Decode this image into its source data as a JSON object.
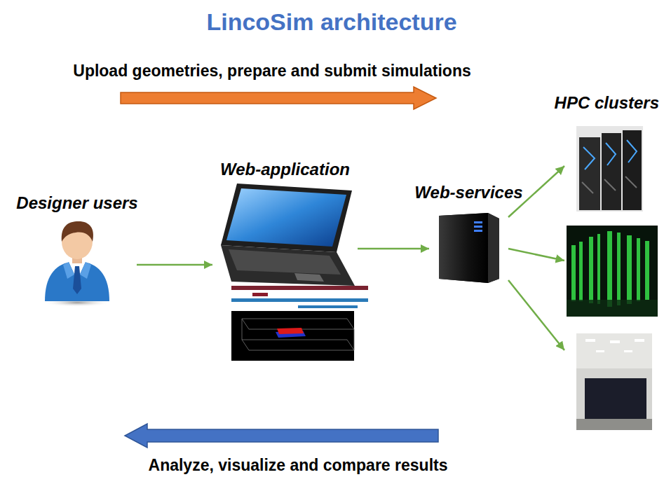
{
  "diagram": {
    "title": "LincoSim architecture",
    "nodes": [
      {
        "text": [
          "Designer users"
        ]
      },
      {
        "text": [
          "Web-application"
        ]
      },
      {
        "text": [
          "Web-services"
        ]
      },
      {
        "text": [
          "HPC clusters"
        ]
      }
    ],
    "edges": [
      {
        "from": 0,
        "to": 1,
        "arrow": "to"
      },
      {
        "from": 1,
        "to": 2,
        "arrow": "to"
      },
      {
        "from": 2,
        "to": 3,
        "arrow": "to"
      },
      {
        "from": 2,
        "to": 3,
        "arrow": "to"
      },
      {
        "from": 2,
        "to": 3,
        "arrow": "to"
      }
    ],
    "labels": [
      "Upload geometries, prepare and submit simulations",
      "Analyze, visualize and compare results"
    ]
  }
}
